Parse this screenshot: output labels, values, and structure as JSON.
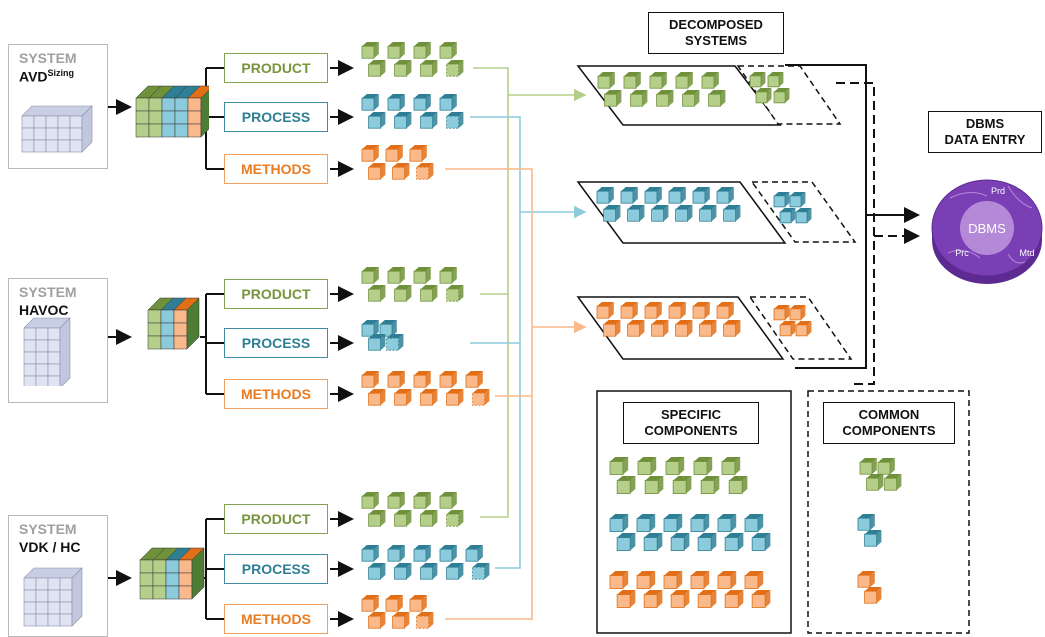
{
  "systems": [
    {
      "label": "SYSTEM",
      "name": "AVD",
      "name_sup": "Sizing"
    },
    {
      "label": "SYSTEM",
      "name": "HAVOC",
      "name_sup": ""
    },
    {
      "label": "SYSTEM",
      "name": "VDK / HC",
      "name_sup": ""
    }
  ],
  "categories": {
    "product": "PRODUCT",
    "process": "PROCESS",
    "methods": "METHODS"
  },
  "headers": {
    "decomposed_line1": "DECOMPOSED",
    "decomposed_line2": "SYSTEMS",
    "dbms_line1": "DBMS",
    "dbms_line2": "DATA ENTRY",
    "specific_line1": "SPECIFIC",
    "specific_line2": "COMPONENTS",
    "common_line1": "COMMON",
    "common_line2": "COMPONENTS"
  },
  "dbms_disc": {
    "center": "DBMS",
    "prd": "Prd",
    "prc": "Prc",
    "mtd": "Mtd"
  },
  "colors": {
    "product_light": "#b5cf8a",
    "product_dark": "#6f9139",
    "process_light": "#8ccbdc",
    "process_dark": "#2e7f95",
    "methods_light": "#f9b98a",
    "methods_dark": "#e26f17",
    "db_purple": "#7b3fb5",
    "db_light": "#b48ad8"
  }
}
